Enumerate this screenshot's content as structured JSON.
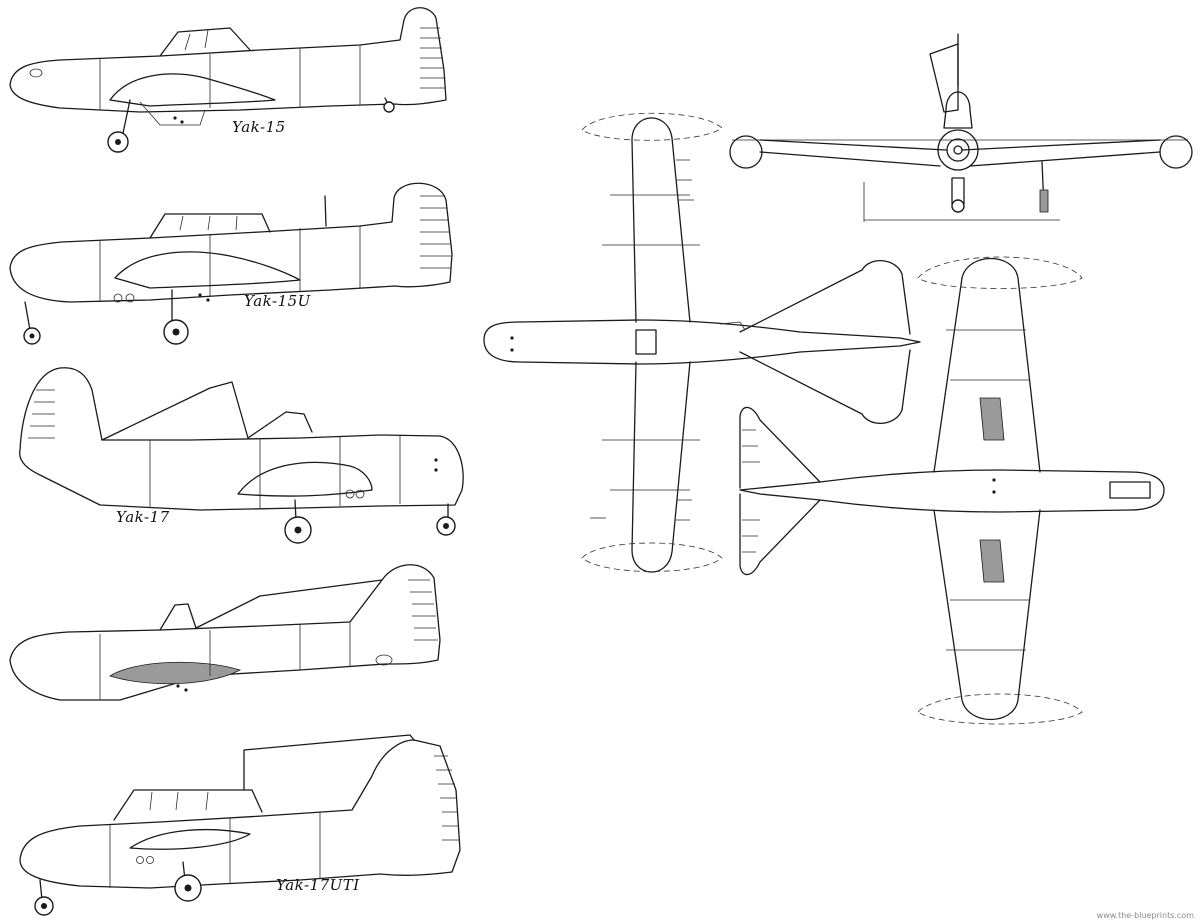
{
  "labels": {
    "yak15": "Yak-15",
    "yak15u": "Yak-15U",
    "yak17": "Yak-17",
    "yak17uti": "Yak-17UTI"
  },
  "watermark": "www.the-blueprints.com",
  "colors": {
    "ink": "#1a1a1a",
    "paper": "#ffffff",
    "hatch": "#9a9a9a"
  }
}
